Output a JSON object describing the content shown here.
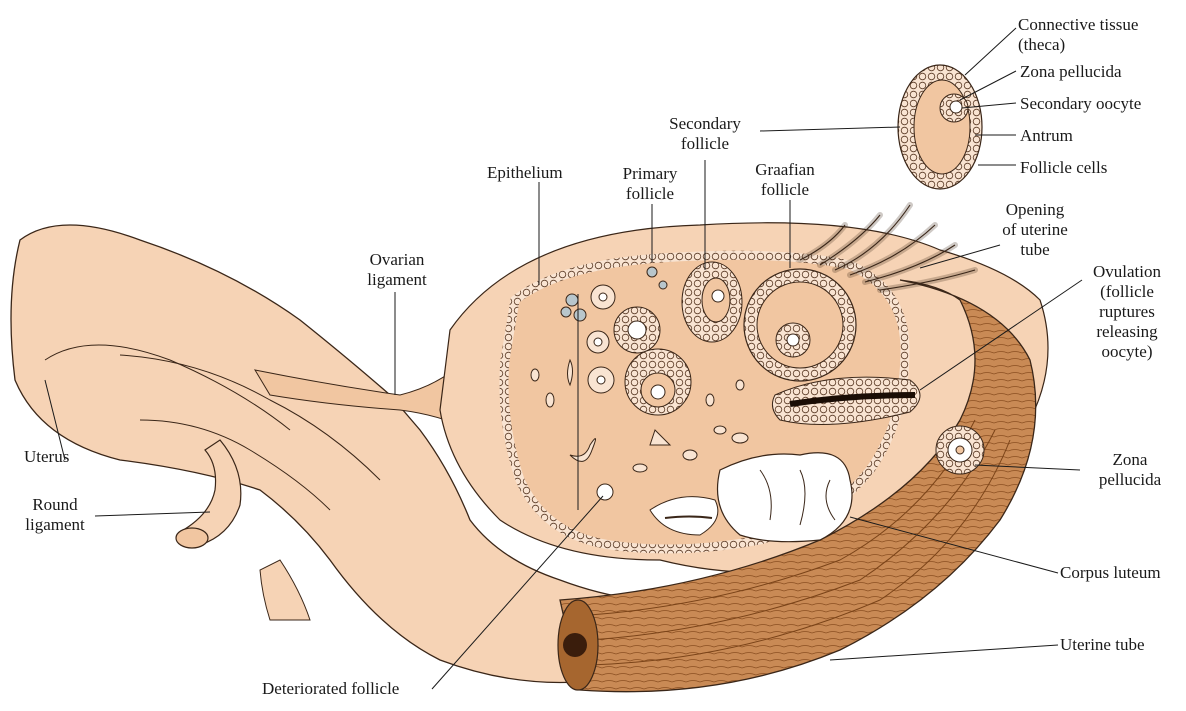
{
  "colors": {
    "tissue": "#f6d3b5",
    "tissue_dark": "#eeb990",
    "ovary": "#f1c6a1",
    "tube": "#c98a55",
    "tube_dark": "#a6662f",
    "ink": "#2a1a10",
    "cell": "#f9e4d2"
  },
  "labels": {
    "connective_tissue": [
      "Connective tissue",
      "(theca)"
    ],
    "zona_pellucida_top": "Zona pellucida",
    "secondary_oocyte": "Secondary oocyte",
    "antrum": "Antrum",
    "follicle_cells": "Follicle cells",
    "secondary_follicle": [
      "Secondary",
      "follicle"
    ],
    "epithelium": "Epithelium",
    "primary_follicle": [
      "Primary",
      "follicle"
    ],
    "graafian_follicle": [
      "Graafian",
      "follicle"
    ],
    "opening_uterine_tube": [
      "Opening",
      "of uterine",
      "tube"
    ],
    "ovarian_ligament": [
      "Ovarian",
      "ligament"
    ],
    "ovulation": [
      "Ovulation",
      "(follicle",
      "ruptures",
      "releasing",
      "oocyte)"
    ],
    "uterus": "Uterus",
    "round_ligament": [
      "Round",
      "ligament"
    ],
    "zona_pellucida_right": [
      "Zona",
      "pellucida"
    ],
    "corpus_luteum": "Corpus luteum",
    "uterine_tube": "Uterine tube",
    "deteriorated_follicle": "Deteriorated follicle"
  }
}
